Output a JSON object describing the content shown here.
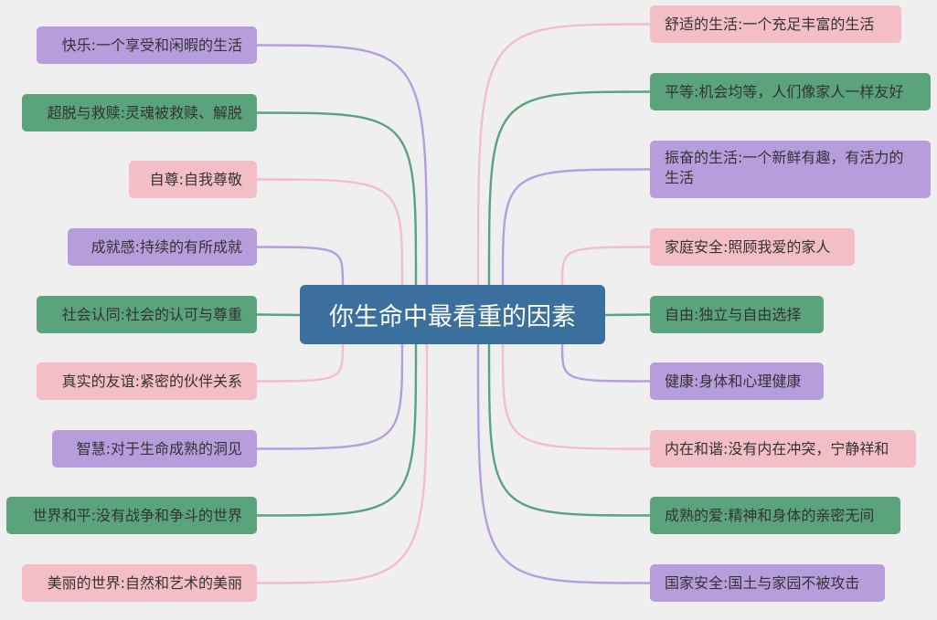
{
  "center_topic": "你生命中最看重的因素",
  "colors": {
    "purple": "#b89ddd",
    "green": "#5aa37c",
    "pink": "#f3bec6",
    "center": "#3a6f9e"
  },
  "left_branches": [
    {
      "text": "快乐:一个享受和闲暇的生活",
      "color": "purple"
    },
    {
      "text": "超脱与救赎:灵魂被救赎、解脱",
      "color": "green"
    },
    {
      "text": "自尊:自我尊敬",
      "color": "pink"
    },
    {
      "text": "成就感:持续的有所成就",
      "color": "purple"
    },
    {
      "text": "社会认同:社会的认可与尊重",
      "color": "green"
    },
    {
      "text": "真实的友谊:紧密的伙伴关系",
      "color": "pink"
    },
    {
      "text": "智慧:对于生命成熟的洞见",
      "color": "purple"
    },
    {
      "text": "世界和平:没有战争和争斗的世界",
      "color": "green"
    },
    {
      "text": "美丽的世界:自然和艺术的美丽",
      "color": "pink"
    }
  ],
  "right_branches": [
    {
      "text": "舒适的生活:一个充足丰富的生活",
      "color": "pink"
    },
    {
      "text": "平等:机会均等，人们像家人一样友好",
      "color": "green"
    },
    {
      "text": "振奋的生活:一个新鲜有趣，有活力的生活",
      "color": "purple"
    },
    {
      "text": "家庭安全:照顾我爱的家人",
      "color": "pink"
    },
    {
      "text": "自由:独立与自由选择",
      "color": "green"
    },
    {
      "text": "健康:身体和心理健康",
      "color": "purple"
    },
    {
      "text": "内在和谐:没有内在冲突，宁静祥和",
      "color": "pink"
    },
    {
      "text": "成熟的爱:精神和身体的亲密无间",
      "color": "green"
    },
    {
      "text": "国家安全:国土与家园不被攻击",
      "color": "purple"
    }
  ]
}
